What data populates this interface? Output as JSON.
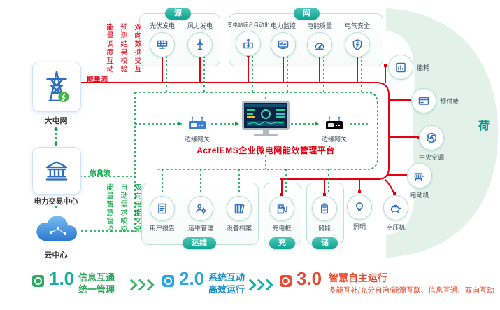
{
  "platform": {
    "name": "AcrelEMS企业微电网能效管理平台",
    "edge_gateway_left": "边缘网关",
    "edge_gateway_right": "边缘网关"
  },
  "groups": {
    "source": {
      "label": "源",
      "items": [
        {
          "label": "光伏发电",
          "icon": "solar-panel-icon"
        },
        {
          "label": "风力发电",
          "icon": "wind-turbine-icon"
        }
      ]
    },
    "grid": {
      "label": "网",
      "items": [
        {
          "label": "变电站综合自动化",
          "icon": "substation-automation-icon"
        },
        {
          "label": "电力监控",
          "icon": "power-monitoring-icon"
        },
        {
          "label": "电能质量",
          "icon": "power-quality-icon"
        },
        {
          "label": "电气安全",
          "icon": "electrical-safety-icon"
        }
      ]
    },
    "load": {
      "label": "荷",
      "items": [
        {
          "label": "能耗",
          "icon": "energy-consumption-icon"
        },
        {
          "label": "预付费",
          "icon": "prepaid-icon"
        },
        {
          "label": "中央空调",
          "icon": "central-ac-icon"
        },
        {
          "label": "电动机",
          "icon": "motor-icon"
        },
        {
          "label": "空压机",
          "icon": "air-compressor-icon"
        },
        {
          "label": "照明",
          "icon": "lighting-icon"
        }
      ]
    },
    "operation": {
      "label": "运维",
      "items": [
        {
          "label": "用户报告",
          "icon": "user-report-icon"
        },
        {
          "label": "运维管理",
          "icon": "om-management-icon"
        },
        {
          "label": "设备档案",
          "icon": "equipment-archive-icon"
        }
      ]
    },
    "charging": {
      "label": "充",
      "items": [
        {
          "label": "充电桩",
          "icon": "charging-pile-icon"
        }
      ]
    },
    "storage": {
      "label": "储",
      "items": [
        {
          "label": "储能",
          "icon": "energy-storage-icon"
        }
      ]
    }
  },
  "left_column": {
    "main_grid": "大电网",
    "trading_center": "电力交易中心",
    "cloud_center": "云中心",
    "energy_flow": "能量流",
    "info_flow": "信息流",
    "top_vertical": [
      "双向数据交互",
      "预测结果校验",
      "能量调度互动"
    ],
    "bottom_vertical": [
      "双向电能交易",
      "自动需求响应",
      "能量智慧管控"
    ]
  },
  "legend": {
    "items": [
      {
        "version": "1.0",
        "line1": "信息互通",
        "line2": "统一管理"
      },
      {
        "version": "2.0",
        "line1": "系统互动",
        "line2": "高效运行"
      },
      {
        "version": "3.0",
        "line1": "智慧自主运行",
        "line2": "多能互补/充分自治/能源互联、信息互通、双向互动"
      }
    ]
  },
  "colors": {
    "energy_flow_red": "#e60012",
    "info_flow_green": "#00a33e",
    "theme_teal": "#14a295"
  }
}
